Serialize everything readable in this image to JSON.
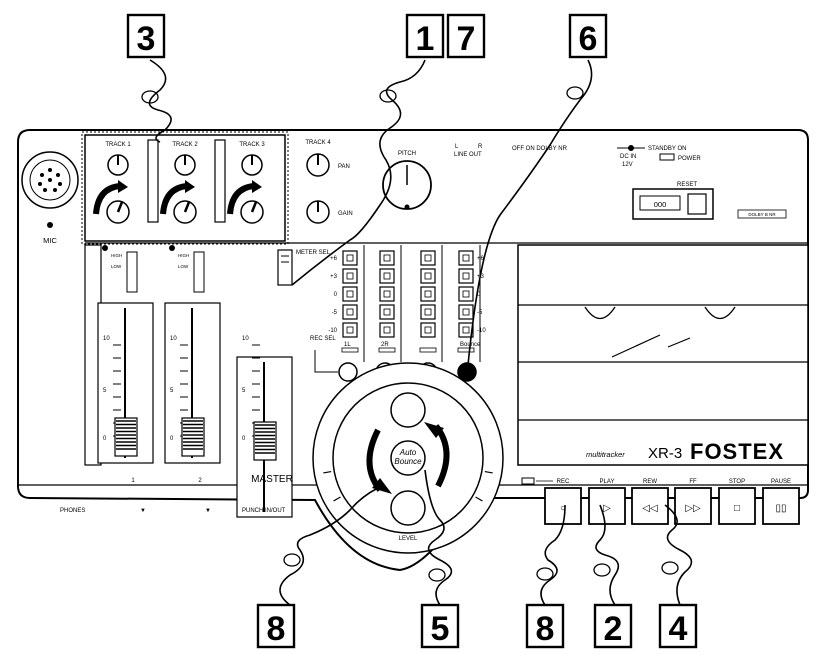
{
  "callouts": [
    "3",
    "1",
    "7",
    "6",
    "8",
    "5",
    "8",
    "2",
    "4"
  ],
  "device": {
    "model_prefix": "multitracker",
    "model": "XR-3",
    "brand": "FOSTEX",
    "mic_label": "MIC",
    "phones_label": "PHONES",
    "punch_label": "PUNCH IN/OUT",
    "master_label": "MASTER",
    "auto_bounce_line1": "Auto",
    "auto_bounce_line2": "Bounce",
    "level_label": "LEVEL",
    "pitch_label": "PITCH",
    "line_out_label": "LINE OUT",
    "line_out_l": "L",
    "line_out_r": "R",
    "dolby_label": "OFF ON DOLBY NR",
    "standby_label": "STANDBY ON",
    "power_label": "POWER",
    "dc_in_label": "DC IN",
    "dc_volt_label": "12V",
    "reset_label": "RESET",
    "counter_value": "000",
    "dolby_badge": "DOLBY B NR",
    "meter_sel_label": "METER SEL",
    "rec_sel_label": "REC SEL",
    "bounce_label": "Bounce",
    "pan_label": "PAN",
    "gain_label": "GAIN",
    "tracks": [
      "TRACK 1",
      "TRACK 2",
      "TRACK 3",
      "TRACK 4"
    ],
    "high_label": "HIGH",
    "low_label": "LOW",
    "meter_scale": [
      "+6",
      "+3",
      "0",
      "-5",
      "-10"
    ],
    "fader_scale": [
      "10",
      "5",
      "0"
    ],
    "channel_labels": [
      "1L",
      "2R",
      "",
      "Bounce"
    ],
    "fader_channel_labels": [
      "1",
      "2"
    ],
    "transport": [
      "REC",
      "PLAY",
      "REW",
      "FF",
      "STOP",
      "PAUSE"
    ]
  }
}
